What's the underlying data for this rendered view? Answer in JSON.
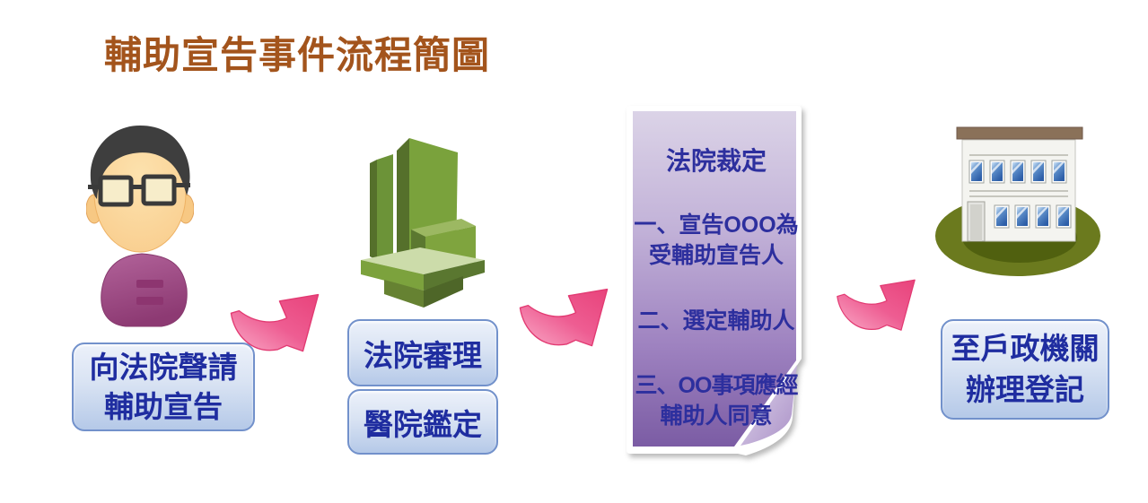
{
  "title": "輔助宣告事件流程簡圖",
  "steps": {
    "apply": {
      "line1": "向法院聲請",
      "line2": "輔助宣告"
    },
    "court_review": {
      "label": "法院審理"
    },
    "hospital": {
      "label": "醫院鑑定"
    },
    "ruling": {
      "heading": "法院裁定",
      "item1_line1": "一、宣告OOO為",
      "item1_line2": "受輔助宣告人",
      "item2": "二、選定輔助人",
      "item3_line1": "三、OO事項應經",
      "item3_line2": "輔助人同意"
    },
    "register": {
      "line1": "至戶政機關",
      "line2": "辦理登記"
    }
  },
  "icons": {
    "applicant": "person-icon",
    "court": "green-court-building-icon",
    "household_registration": "office-building-icon",
    "flow_arrow": "pink-curved-arrow-icon"
  },
  "colors": {
    "title_text": "#a3541c",
    "box_text": "#1f2da0",
    "box_border": "#7291cb",
    "box_fill_top": "#ecf1fa",
    "box_fill_bottom": "#b5c9e8",
    "arrow_pink": "#ee4d82",
    "scroll_top": "#dbd3e7",
    "scroll_bottom": "#7b5ca4",
    "scroll_text": "#2d2f9e",
    "lawn_green": "#6b7a1e",
    "building_green": "#7aa23c"
  }
}
